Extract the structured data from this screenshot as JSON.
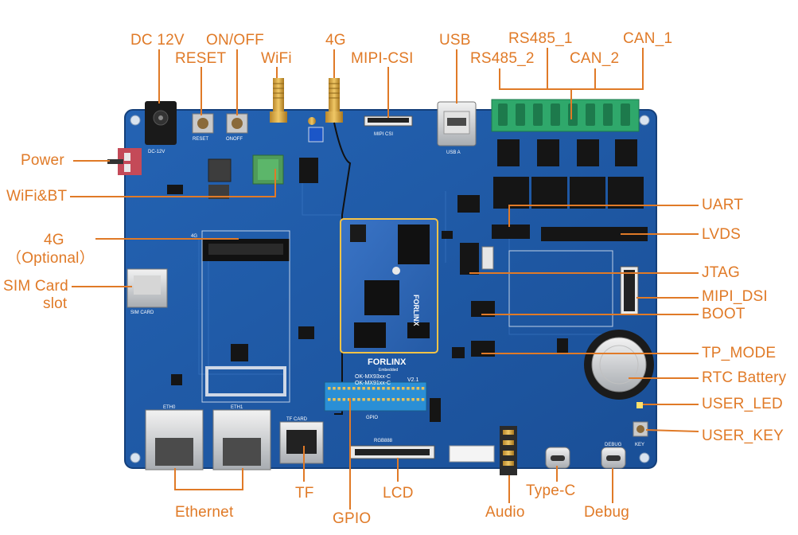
{
  "colors": {
    "accent": "#e07a27",
    "board": "#1f5ba8",
    "terminal_green": "#2fa86b"
  },
  "labels": {
    "dc12v": "DC 12V",
    "reset": "RESET",
    "onoff": "ON/OFF",
    "wifi": "WiFi",
    "fourg_top": "4G",
    "mipi_csi": "MIPI-CSI",
    "usb": "USB",
    "rs485_1": "RS485_1",
    "rs485_2": "RS485_2",
    "can_1": "CAN_1",
    "can_2": "CAN_2",
    "power": "Power",
    "wifibt": "WiFi&BT",
    "fourg_opt_1": "4G",
    "fourg_opt_2": "（Optional）",
    "sim_1": "SIM Card",
    "sim_2": "slot",
    "uart": "UART",
    "lvds": "LVDS",
    "jtag": "JTAG",
    "mipi_dsi": "MIPI_DSI",
    "boot": "BOOT",
    "tp_mode": "TP_MODE",
    "rtc": "RTC Battery",
    "user_led": "USER_LED",
    "user_key": "USER_KEY",
    "ethernet": "Ethernet",
    "tf": "TF",
    "gpio": "GPIO",
    "lcd": "LCD",
    "audio": "Audio",
    "typec": "Type-C",
    "debug": "Debug"
  },
  "board_text": {
    "brand": "FORLINX",
    "brand_sub": "Embedded",
    "model_1": "OK-MX93xx-C",
    "model_2": "OK-MX91xx-C",
    "version": "V2.1",
    "silk_dc": "DC-12V",
    "silk_reset": "RESET",
    "silk_onoff": "ONOFF",
    "silk_usb": "USB A",
    "silk_4g": "4G",
    "silk_sim": "SIM CARD",
    "silk_tf": "TF CARD",
    "silk_eth0": "ETH0",
    "silk_eth1": "ETH1",
    "silk_lcd": "RGB888",
    "silk_gpio": "GPIO",
    "silk_debug": "DEBUG",
    "silk_key": "KEY",
    "silk_mipi": "MIPI CSI"
  }
}
